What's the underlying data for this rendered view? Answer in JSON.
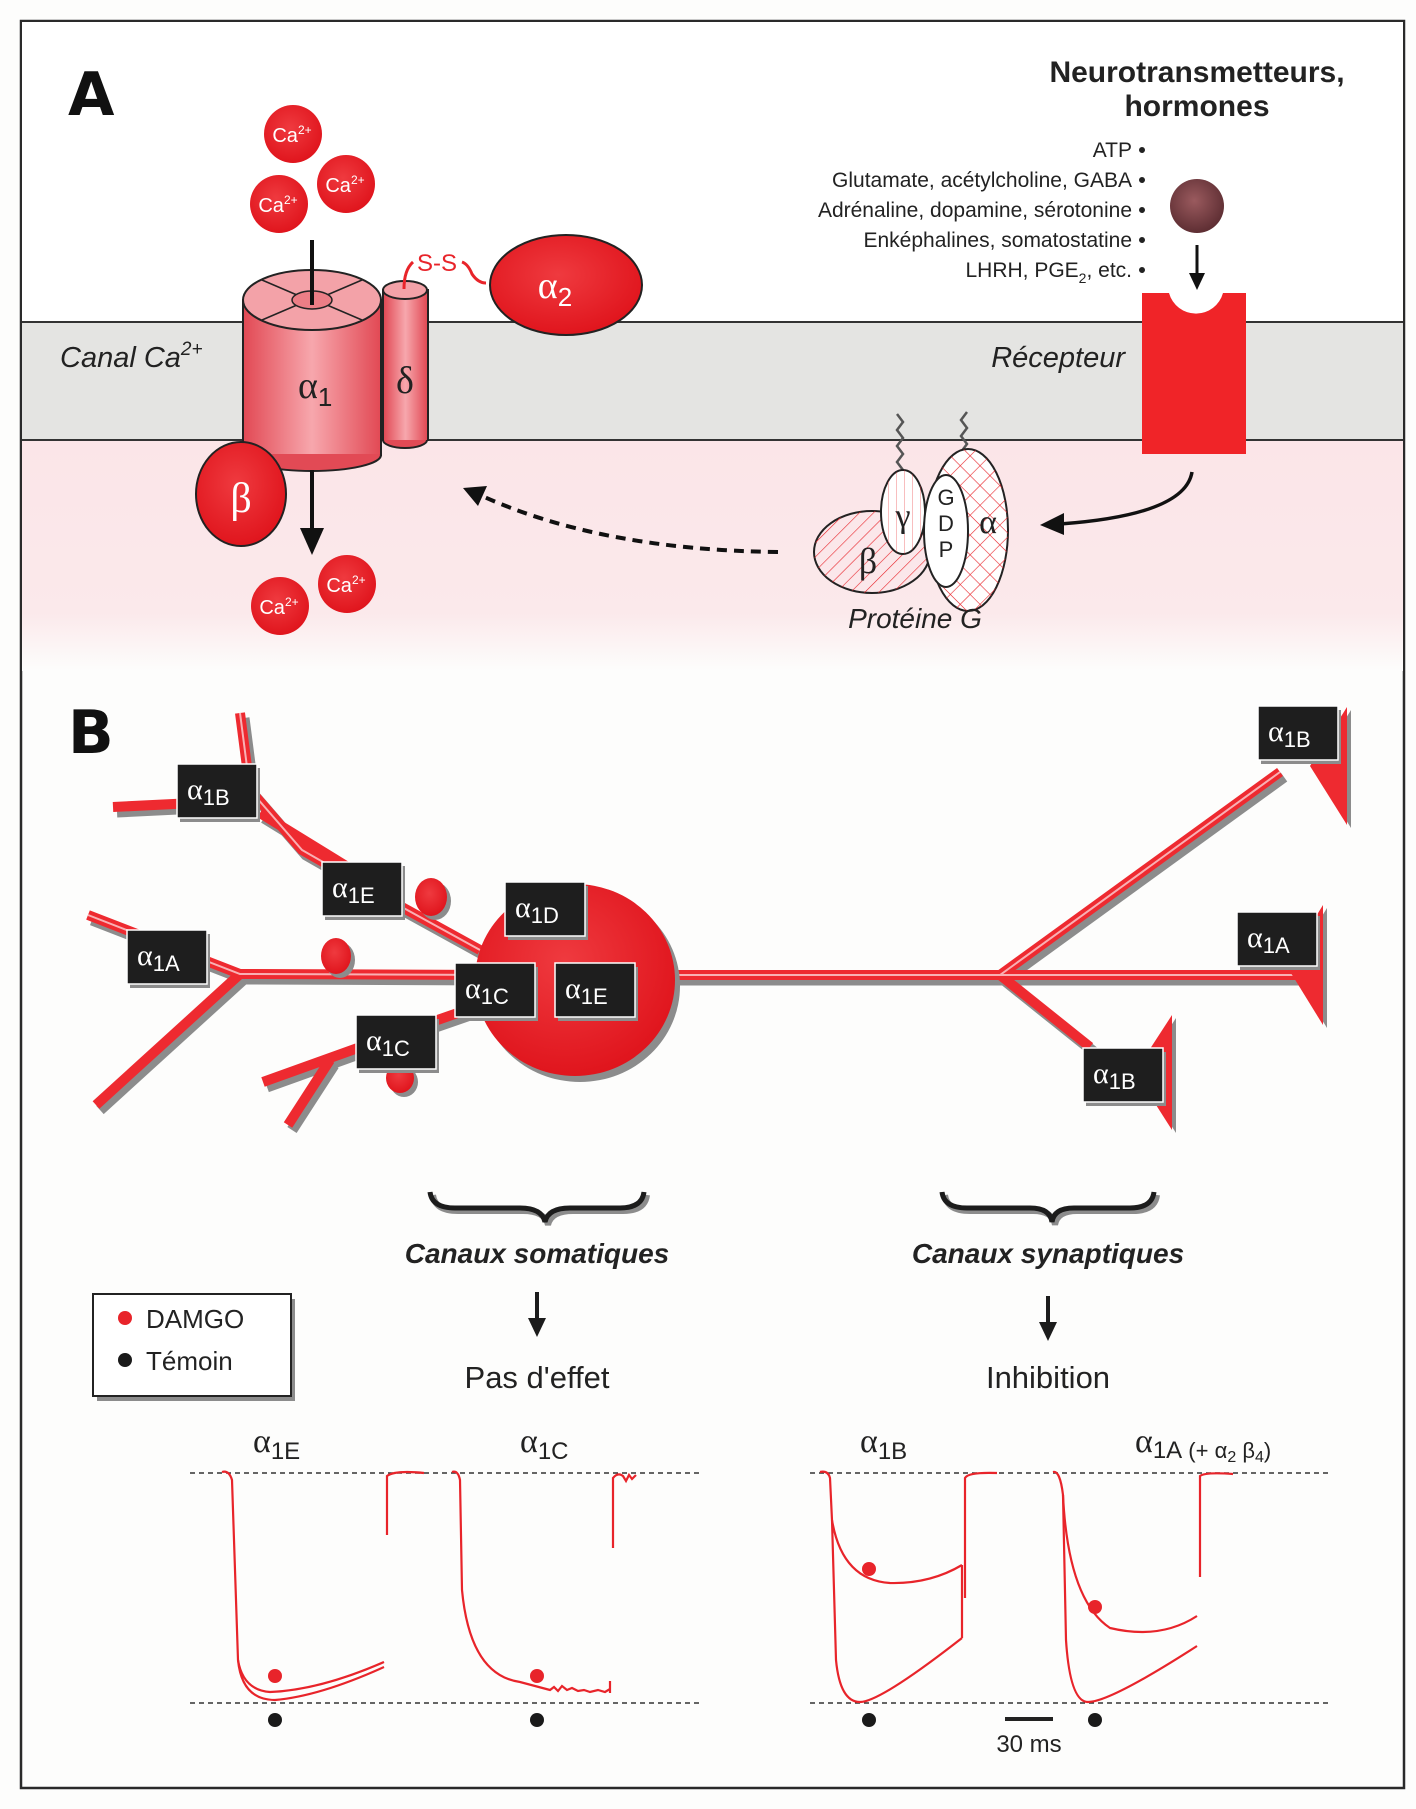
{
  "panels": {
    "a": {
      "label": "A"
    },
    "b": {
      "label": "B"
    }
  },
  "panel_a": {
    "ion": "Ca",
    "ion_charge": "2+",
    "channel_label": "Canal Ca",
    "channel_label_sup": "2+",
    "subunits": {
      "alpha1": "α",
      "alpha1_sub": "1",
      "delta": "δ",
      "alpha2": "α",
      "alpha2_sub": "2",
      "beta": "β",
      "disulfide": "S-S"
    },
    "ligands_title_line1": "Neurotransmetteurs,",
    "ligands_title_line2": "hormones",
    "ligands": [
      "ATP",
      "Glutamate, acétylcholine, GABA",
      "Adrénaline, dopamine, sérotonine",
      "Enképhalines, somatostatine",
      "LHRH, PGE"
    ],
    "ligand_last_sub": "2",
    "ligand_last_suffix": ", etc.",
    "receptor_label": "Récepteur",
    "gprotein": {
      "label": "Protéine G",
      "beta": "β",
      "gamma": "γ",
      "alpha": "α",
      "gdp": [
        "G",
        "D",
        "P"
      ]
    }
  },
  "panel_b": {
    "dendrite_tags": [
      {
        "greek": "α",
        "sub": "1B"
      },
      {
        "greek": "α",
        "sub": "1E"
      },
      {
        "greek": "α",
        "sub": "1A"
      },
      {
        "greek": "α",
        "sub": "1C"
      }
    ],
    "soma_tags": [
      {
        "greek": "α",
        "sub": "1D"
      },
      {
        "greek": "α",
        "sub": "1C"
      },
      {
        "greek": "α",
        "sub": "1E"
      }
    ],
    "terminal_tags": [
      {
        "greek": "α",
        "sub": "1B"
      },
      {
        "greek": "α",
        "sub": "1A"
      },
      {
        "greek": "α",
        "sub": "1B"
      }
    ],
    "group_somatic": "Canaux somatiques",
    "group_synaptic": "Canaux synaptiques",
    "effect_somatic": "Pas d'effet",
    "effect_synaptic": "Inhibition",
    "legend": [
      {
        "label": "DAMGO",
        "color": "#e8242a"
      },
      {
        "label": "Témoin",
        "color": "#1a1a1a"
      }
    ],
    "traces": [
      {
        "greek": "α",
        "sub": "1E",
        "extra": "",
        "effect": "none"
      },
      {
        "greek": "α",
        "sub": "1C",
        "extra": "",
        "effect": "none"
      },
      {
        "greek": "α",
        "sub": "1B",
        "extra": "",
        "effect": "inhibition"
      },
      {
        "greek": "α",
        "sub": "1A",
        "extra": " (+ α",
        "extra_sub": "2",
        "extra_tail": " β",
        "extra_sub2": "4",
        "extra_close": ")",
        "effect": "inhibition"
      }
    ],
    "scale_bar": "30 ms"
  },
  "colors": {
    "red": "#e8242a",
    "membrane": "#e4e4e2",
    "cytoplasm": "#fbe7ea",
    "dark": "#1c1c1c"
  }
}
